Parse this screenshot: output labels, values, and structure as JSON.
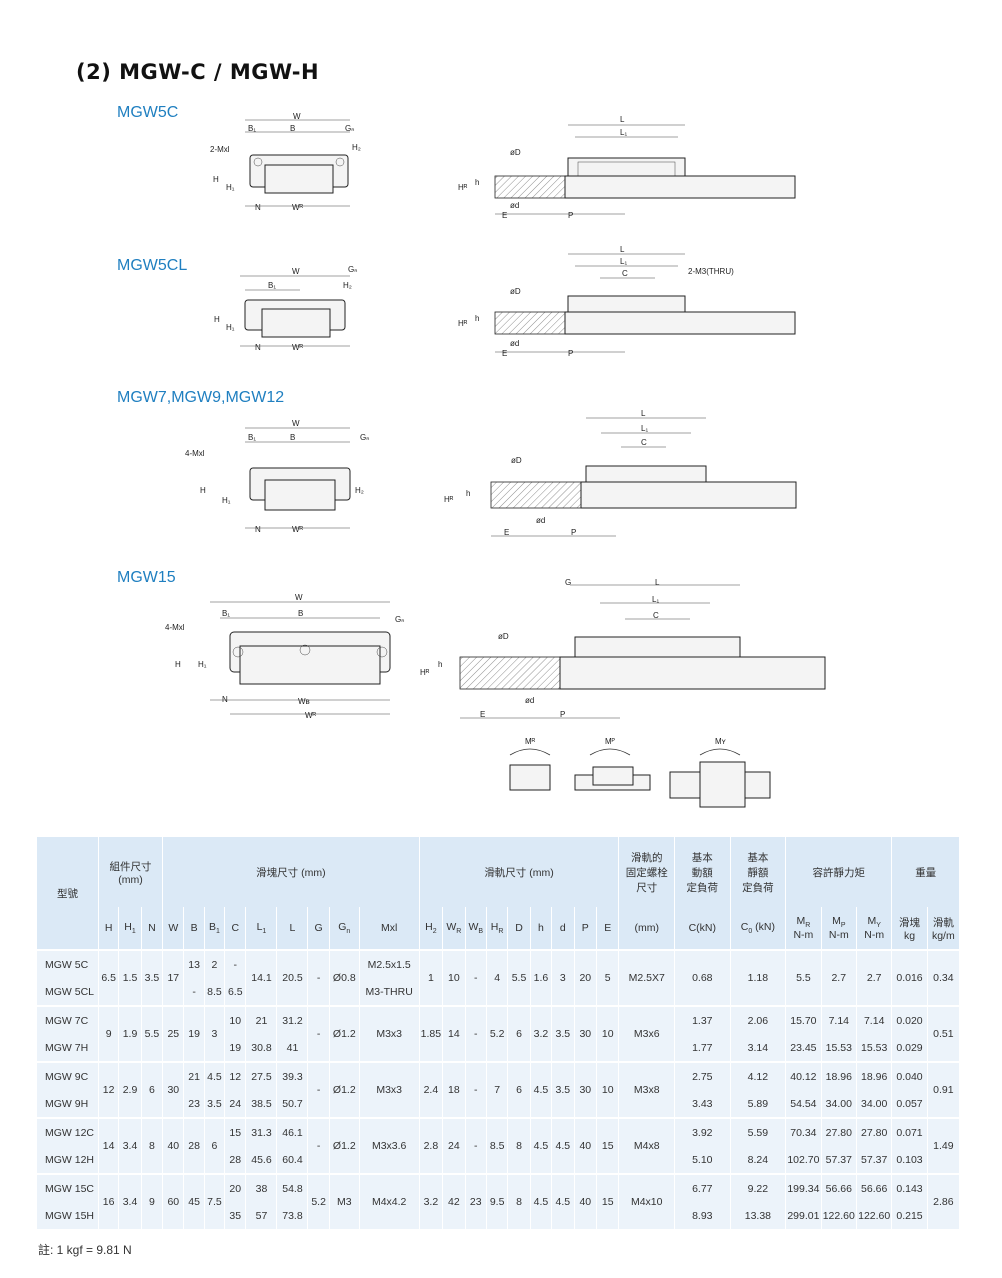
{
  "heading": "(2) MGW-C / MGW-H",
  "sections": [
    {
      "label": "MGW5C"
    },
    {
      "label": "MGW5CL"
    },
    {
      "label": "MGW7,MGW9,MGW12"
    },
    {
      "label": "MGW15"
    }
  ],
  "drawing_labels": {
    "W": "W",
    "B1": "B₁",
    "B": "B",
    "Gn": "Gₙ",
    "H2": "H₂",
    "H": "H",
    "H1": "H₁",
    "N": "N",
    "WR": "Wᴿ",
    "WB": "Wʙ",
    "L": "L",
    "L1": "L₁",
    "C": "C",
    "D": "øD",
    "d": "ød",
    "h": "h",
    "HR": "Hᴿ",
    "E": "E",
    "P": "P",
    "G": "G",
    "mxl2": "2-Mxl",
    "mxl4": "4-Mxl",
    "m3thru": "2-M3(THRU)",
    "MR": "Mᴿ",
    "MP": "Mᴾ",
    "MY": "Mʏ"
  },
  "table": {
    "header": {
      "model": "型號",
      "assembly": "組件尺寸",
      "assembly_unit": "(mm)",
      "block": "滑塊尺寸 (mm)",
      "rail": "滑軌尺寸 (mm)",
      "bolt_l1": "滑軌的",
      "bolt_l2": "固定螺栓",
      "bolt_l3": "尺寸",
      "dyn_l1": "基本",
      "dyn_l2": "動額",
      "dyn_l3": "定負荷",
      "stat_l1": "基本",
      "stat_l2": "靜額",
      "stat_l3": "定負荷",
      "moment": "容許靜力矩",
      "weight": "重量",
      "block_w": "滑塊",
      "rail_w": "滑軌",
      "H": "H",
      "H1": "H",
      "H1s": "1",
      "N": "N",
      "W": "W",
      "B": "B",
      "B1": "B",
      "B1s": "1",
      "C": "C",
      "L1": "L",
      "L1s": "1",
      "L": "L",
      "G": "G",
      "Gn": "G",
      "Gns": "n",
      "Mxl": "Mxl",
      "H2": "H",
      "H2s": "2",
      "WR": "W",
      "WRs": "R",
      "WB": "W",
      "WBs": "B",
      "HR": "H",
      "HRs": "R",
      "D": "D",
      "h": "h",
      "d": "d",
      "P": "P",
      "E": "E",
      "bolt_unit": "(mm)",
      "C_unit": "C(kN)",
      "C0": "C",
      "C0s": "0",
      "C0u": " (kN)",
      "MR": "M",
      "MRs": "R",
      "MP": "M",
      "MPs": "P",
      "MY": "M",
      "MYs": "Y",
      "nm": "N-m",
      "kg": "kg",
      "kgm": "kg/m"
    },
    "rows": [
      {
        "model": "MGW 5C",
        "H": "6.5",
        "H1": "1.5",
        "N": "3.5",
        "W": "17",
        "B": "13",
        "B1": "2",
        "C": "-",
        "L1": "14.1",
        "L": "20.5",
        "G": "-",
        "Gn": "Ø0.8",
        "Mxl": "M2.5x1.5",
        "H2": "1",
        "WR": "10",
        "WB": "-",
        "HR": "4",
        "D": "5.5",
        "h": "1.6",
        "d": "3",
        "P": "20",
        "E": "5",
        "bolt": "M2.5X7",
        "Cdyn": "0.68",
        "C0": "1.18",
        "MR": "5.5",
        "MP": "2.7",
        "MY": "2.7",
        "kg": "0.016",
        "kgm": "0.34"
      },
      {
        "model": "MGW 5CL",
        "B": "-",
        "B1": "8.5",
        "C": "6.5",
        "Mxl": "M3-THRU"
      },
      {
        "model": "MGW 7C",
        "H": "9",
        "H1": "1.9",
        "N": "5.5",
        "W": "25",
        "B": "19",
        "B1": "3",
        "C": "10",
        "L1": "21",
        "L": "31.2",
        "G": "-",
        "Gn": "Ø1.2",
        "Mxl": "M3x3",
        "H2": "1.85",
        "WR": "14",
        "WB": "-",
        "HR": "5.2",
        "D": "6",
        "h": "3.2",
        "d": "3.5",
        "P": "30",
        "E": "10",
        "bolt": "M3x6",
        "Cdyn": "1.37",
        "C0": "2.06",
        "MR": "15.70",
        "MP": "7.14",
        "MY": "7.14",
        "kg": "0.020",
        "kgm": "0.51"
      },
      {
        "model": "MGW 7H",
        "C": "19",
        "L1": "30.8",
        "L": "41",
        "Cdyn": "1.77",
        "C0": "3.14",
        "MR": "23.45",
        "MP": "15.53",
        "MY": "15.53",
        "kg": "0.029"
      },
      {
        "model": "MGW 9C",
        "H": "12",
        "H1": "2.9",
        "N": "6",
        "W": "30",
        "B": "21",
        "B1": "4.5",
        "C": "12",
        "L1": "27.5",
        "L": "39.3",
        "G": "-",
        "Gn": "Ø1.2",
        "Mxl": "M3x3",
        "H2": "2.4",
        "WR": "18",
        "WB": "-",
        "HR": "7",
        "D": "6",
        "h": "4.5",
        "d": "3.5",
        "P": "30",
        "E": "10",
        "bolt": "M3x8",
        "Cdyn": "2.75",
        "C0": "4.12",
        "MR": "40.12",
        "MP": "18.96",
        "MY": "18.96",
        "kg": "0.040",
        "kgm": "0.91"
      },
      {
        "model": "MGW 9H",
        "B": "23",
        "B1": "3.5",
        "C": "24",
        "L1": "38.5",
        "L": "50.7",
        "Cdyn": "3.43",
        "C0": "5.89",
        "MR": "54.54",
        "MP": "34.00",
        "MY": "34.00",
        "kg": "0.057"
      },
      {
        "model": "MGW 12C",
        "H": "14",
        "H1": "3.4",
        "N": "8",
        "W": "40",
        "B": "28",
        "B1": "6",
        "C": "15",
        "L1": "31.3",
        "L": "46.1",
        "G": "-",
        "Gn": "Ø1.2",
        "Mxl": "M3x3.6",
        "H2": "2.8",
        "WR": "24",
        "WB": "-",
        "HR": "8.5",
        "D": "8",
        "h": "4.5",
        "d": "4.5",
        "P": "40",
        "E": "15",
        "bolt": "M4x8",
        "Cdyn": "3.92",
        "C0": "5.59",
        "MR": "70.34",
        "MP": "27.80",
        "MY": "27.80",
        "kg": "0.071",
        "kgm": "1.49"
      },
      {
        "model": "MGW 12H",
        "C": "28",
        "L1": "45.6",
        "L": "60.4",
        "Cdyn": "5.10",
        "C0": "8.24",
        "MR": "102.70",
        "MP": "57.37",
        "MY": "57.37",
        "kg": "0.103"
      },
      {
        "model": "MGW 15C",
        "H": "16",
        "H1": "3.4",
        "N": "9",
        "W": "60",
        "B": "45",
        "B1": "7.5",
        "C": "20",
        "L1": "38",
        "L": "54.8",
        "G": "5.2",
        "Gn": "M3",
        "Mxl": "M4x4.2",
        "H2": "3.2",
        "WR": "42",
        "WB": "23",
        "HR": "9.5",
        "D": "8",
        "h": "4.5",
        "d": "4.5",
        "P": "40",
        "E": "15",
        "bolt": "M4x10",
        "Cdyn": "6.77",
        "C0": "9.22",
        "MR": "199.34",
        "MP": "56.66",
        "MY": "56.66",
        "kg": "0.143",
        "kgm": "2.86"
      },
      {
        "model": "MGW 15H",
        "C": "35",
        "L1": "57",
        "L": "73.8",
        "Cdyn": "8.93",
        "C0": "13.38",
        "MR": "299.01",
        "MP": "122.60",
        "MY": "122.60",
        "kg": "0.215"
      }
    ]
  },
  "note": "註: 1 kgf = 9.81 N"
}
